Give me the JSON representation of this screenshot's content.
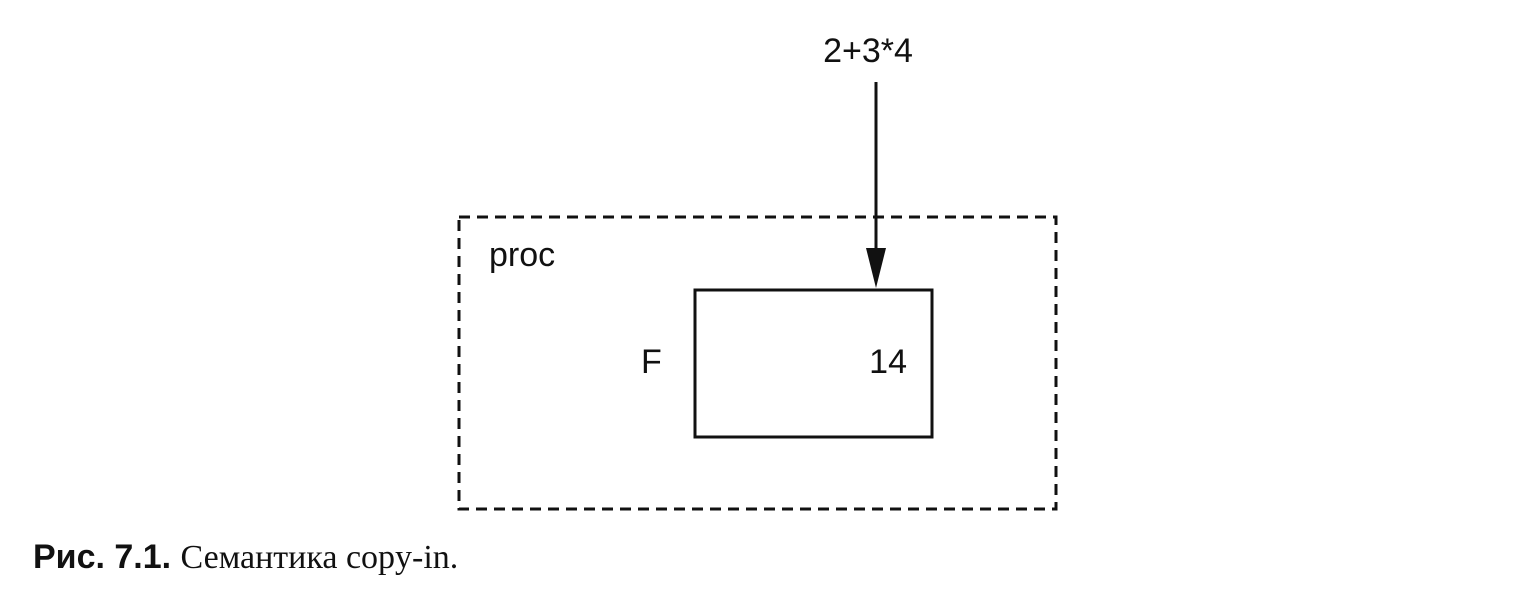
{
  "diagram": {
    "expression": "2+3*4",
    "procedure_label": "proc",
    "variable_name": "F",
    "variable_value": "14"
  },
  "caption": {
    "label": "Рис. 7.1.",
    "text": "Семантика copy-in."
  }
}
